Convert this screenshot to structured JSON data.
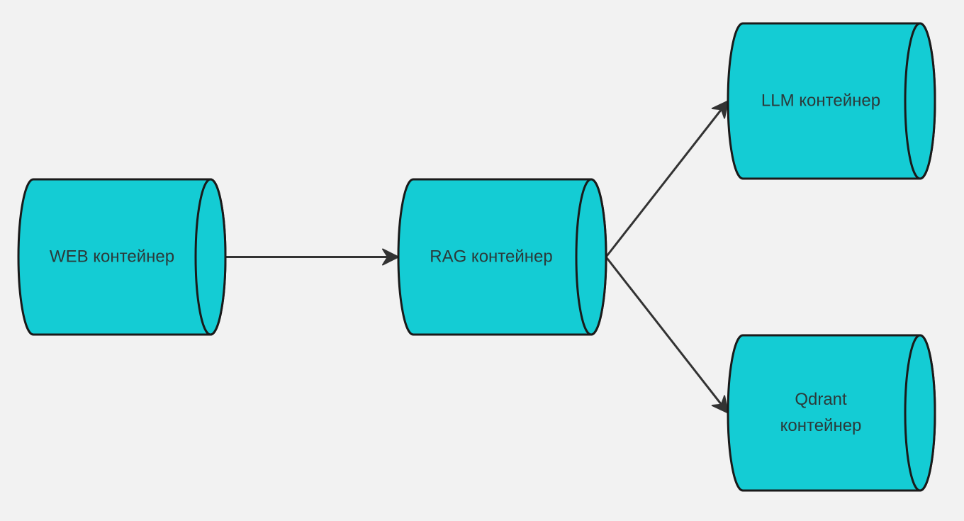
{
  "diagram": {
    "background": "#f2f2f2",
    "node_fill": "#14ccd4",
    "nodes": [
      {
        "id": "web",
        "label_lines": [
          "WEB контейнер"
        ]
      },
      {
        "id": "rag",
        "label_lines": [
          "RAG контейнер"
        ]
      },
      {
        "id": "llm",
        "label_lines": [
          "LLM контейнер"
        ]
      },
      {
        "id": "qdrant",
        "label_lines": [
          "Qdrant",
          "контейнер"
        ]
      }
    ],
    "edges": [
      {
        "from": "web",
        "to": "rag"
      },
      {
        "from": "rag",
        "to": "llm"
      },
      {
        "from": "rag",
        "to": "qdrant"
      }
    ]
  }
}
